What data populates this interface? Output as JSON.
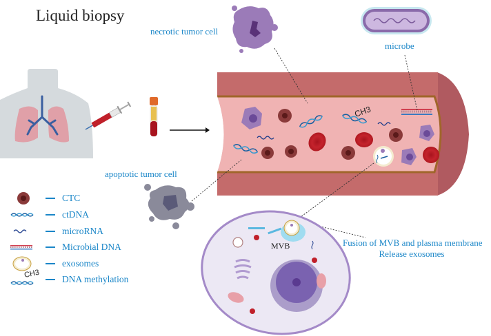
{
  "title": "Liquid biopsy",
  "labels": {
    "necrotic": "necrotic  tumor cell",
    "microbe": "microbe",
    "apoptotic": "apoptotic  tumor cell",
    "mvb": "MVB",
    "fusion_line1": "Fusion of MVB and plasma membrane",
    "fusion_line2": "Release exosomes",
    "ch3": "CH3"
  },
  "legend": [
    {
      "icon": "ctc-icon",
      "label": "CTC"
    },
    {
      "icon": "ctdna-icon",
      "label": "ctDNA"
    },
    {
      "icon": "microrna-icon",
      "label": "microRNA"
    },
    {
      "icon": "microbial-dna-icon",
      "label": "Microbial DNA"
    },
    {
      "icon": "exosome-icon",
      "label": "exosomes"
    },
    {
      "icon": "dna-methylation-icon",
      "label": "DNA methylation"
    }
  ],
  "colors": {
    "label_blue": "#1a86c8",
    "vessel_wall": "#c46b6b",
    "vessel_lumen": "#f0b3b3",
    "vessel_rim": "#a0662a",
    "rbc": "#c0202a",
    "ctc": "#8a3a3a",
    "tumor_cell_purple": "#9b7bb8"
  }
}
